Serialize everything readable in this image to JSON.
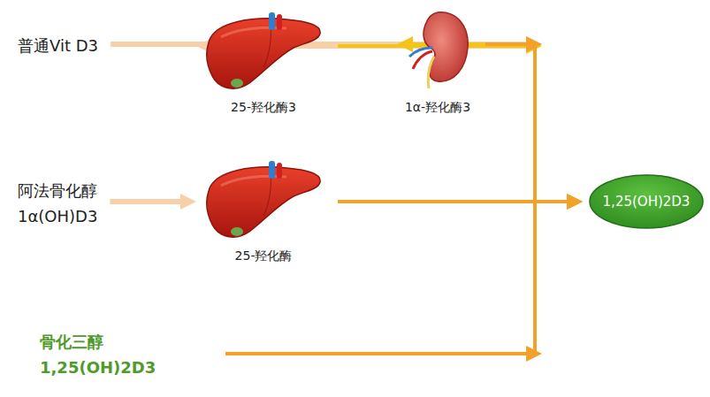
{
  "diagram": {
    "nodes": [
      {
        "text": [
          "普通Vit D3"
        ]
      },
      {
        "text": [
          "25-羟化酶3"
        ]
      },
      {
        "text": [
          "1α-羟化酶3"
        ]
      },
      {
        "text": [
          "阿法骨化醇",
          "1α(OH)D3"
        ]
      },
      {
        "text": [
          "25-羟化酶"
        ]
      },
      {
        "text": [
          "骨化三醇",
          "1,25(OH)2D3"
        ]
      },
      {
        "text": [
          "1,25(OH)2D3"
        ]
      }
    ],
    "edges": [
      {
        "from": 0,
        "to": 1,
        "arrow": "to"
      },
      {
        "from": 1,
        "to": 2,
        "arrow": "to"
      },
      {
        "from": 2,
        "to": 6,
        "arrow": "to"
      },
      {
        "from": 3,
        "to": 4,
        "arrow": "to"
      },
      {
        "from": 4,
        "to": 6,
        "arrow": "to"
      },
      {
        "from": 5,
        "to": 6,
        "arrow": "to"
      }
    ]
  }
}
